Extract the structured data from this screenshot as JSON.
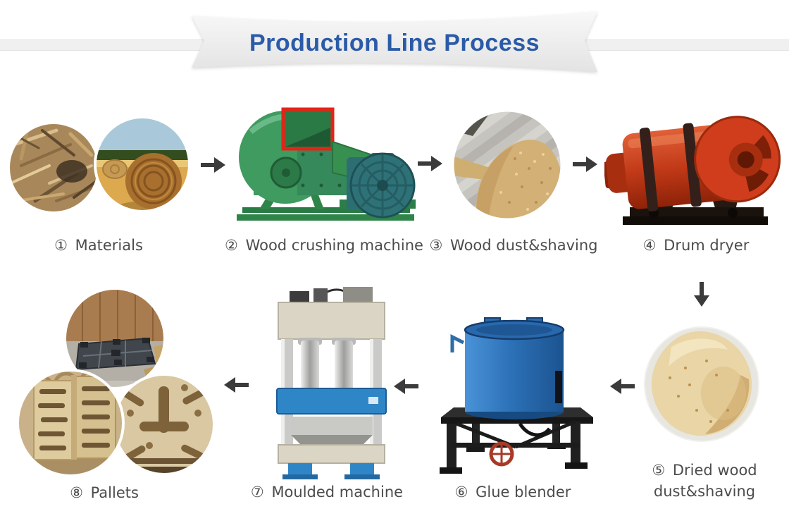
{
  "title": "Production Line Process",
  "steps": [
    {
      "number": "①",
      "label": "Materials"
    },
    {
      "number": "②",
      "label": "Wood crushing machine"
    },
    {
      "number": "③",
      "label": "Wood dust&shaving"
    },
    {
      "number": "④",
      "label": "Drum dryer"
    },
    {
      "number": "⑤",
      "label": "Dried wood",
      "label_line2": "dust&shaving"
    },
    {
      "number": "⑥",
      "label": "Glue blender"
    },
    {
      "number": "⑦",
      "label": "Moulded machine"
    },
    {
      "number": "⑧",
      "label": "Pallets"
    }
  ],
  "flow_arrows": [
    {
      "from": "Materials",
      "to": "Wood crushing machine",
      "direction": "right"
    },
    {
      "from": "Wood crushing machine",
      "to": "Wood dust&shaving",
      "direction": "right"
    },
    {
      "from": "Wood dust&shaving",
      "to": "Drum dryer",
      "direction": "right"
    },
    {
      "from": "Drum dryer",
      "to": "Dried wood dust&shaving",
      "direction": "down"
    },
    {
      "from": "Dried wood dust&shaving",
      "to": "Glue blender",
      "direction": "left"
    },
    {
      "from": "Glue blender",
      "to": "Moulded machine",
      "direction": "left"
    },
    {
      "from": "Moulded machine",
      "to": "Pallets",
      "direction": "left"
    }
  ],
  "colors": {
    "title_blue": "#2b5ba8",
    "label_gray": "#4c4c4c",
    "arrow_dark": "#3b3b3b",
    "banner_gray": "#f0f0f0",
    "crusher_green": "#3f9b5f",
    "motor_teal": "#2e7277",
    "drum_red": "#c23a18",
    "blender_blue": "#2d72b8",
    "press_beige": "#dad5c4",
    "press_blue": "#2f86c7",
    "sawdust_tan": "#d3b075",
    "powder_cream": "#e9d5a5",
    "pallet_tan": "#d5c08f"
  }
}
